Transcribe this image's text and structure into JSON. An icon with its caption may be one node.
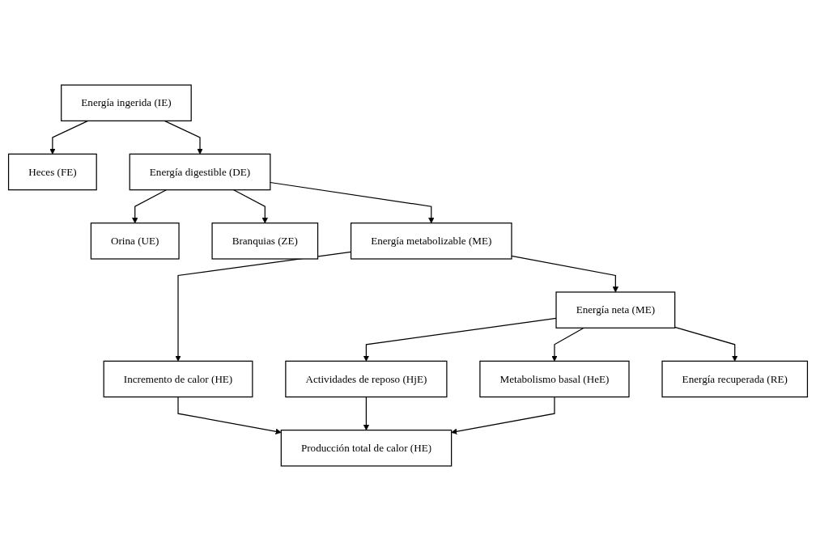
{
  "diagram": {
    "nodes": [
      {
        "text": [
          "Energía ingerida (IE)"
        ]
      },
      {
        "text": [
          "Heces (FE)"
        ]
      },
      {
        "text": [
          "Energía digestible (DE)"
        ]
      },
      {
        "text": [
          "Orina (UE)"
        ]
      },
      {
        "text": [
          "Branquias (ZE)"
        ]
      },
      {
        "text": [
          "Energía metabolizable (ME)"
        ]
      },
      {
        "text": [
          "Incremento de calor (HE)"
        ]
      },
      {
        "text": [
          "Energía neta (ME)"
        ]
      },
      {
        "text": [
          "Actividades de reposo (HjE)"
        ]
      },
      {
        "text": [
          "Metabolismo basal (HeE)"
        ]
      },
      {
        "text": [
          "Producción total de calor (HE)"
        ]
      },
      {
        "text": [
          "Energía recuperada (RE)"
        ]
      }
    ],
    "edges": [
      {
        "from": 0,
        "to": 2,
        "arrow": "to"
      },
      {
        "from": 0,
        "to": 1,
        "arrow": "to"
      },
      {
        "from": 2,
        "to": 5,
        "arrow": "to"
      },
      {
        "from": 2,
        "to": 3,
        "arrow": "to"
      },
      {
        "from": 2,
        "to": 4,
        "arrow": "to"
      },
      {
        "from": 5,
        "to": 7,
        "arrow": "to"
      },
      {
        "from": 5,
        "to": 6,
        "arrow": "to"
      },
      {
        "from": 7,
        "to": 11,
        "arrow": "to"
      },
      {
        "from": 7,
        "to": 8,
        "arrow": "to"
      },
      {
        "from": 7,
        "to": 9,
        "arrow": "to"
      },
      {
        "from": 6,
        "to": 10,
        "arrow": "to"
      },
      {
        "from": 8,
        "to": 10,
        "arrow": "to"
      },
      {
        "from": 9,
        "to": 10,
        "arrow": "to"
      }
    ]
  }
}
